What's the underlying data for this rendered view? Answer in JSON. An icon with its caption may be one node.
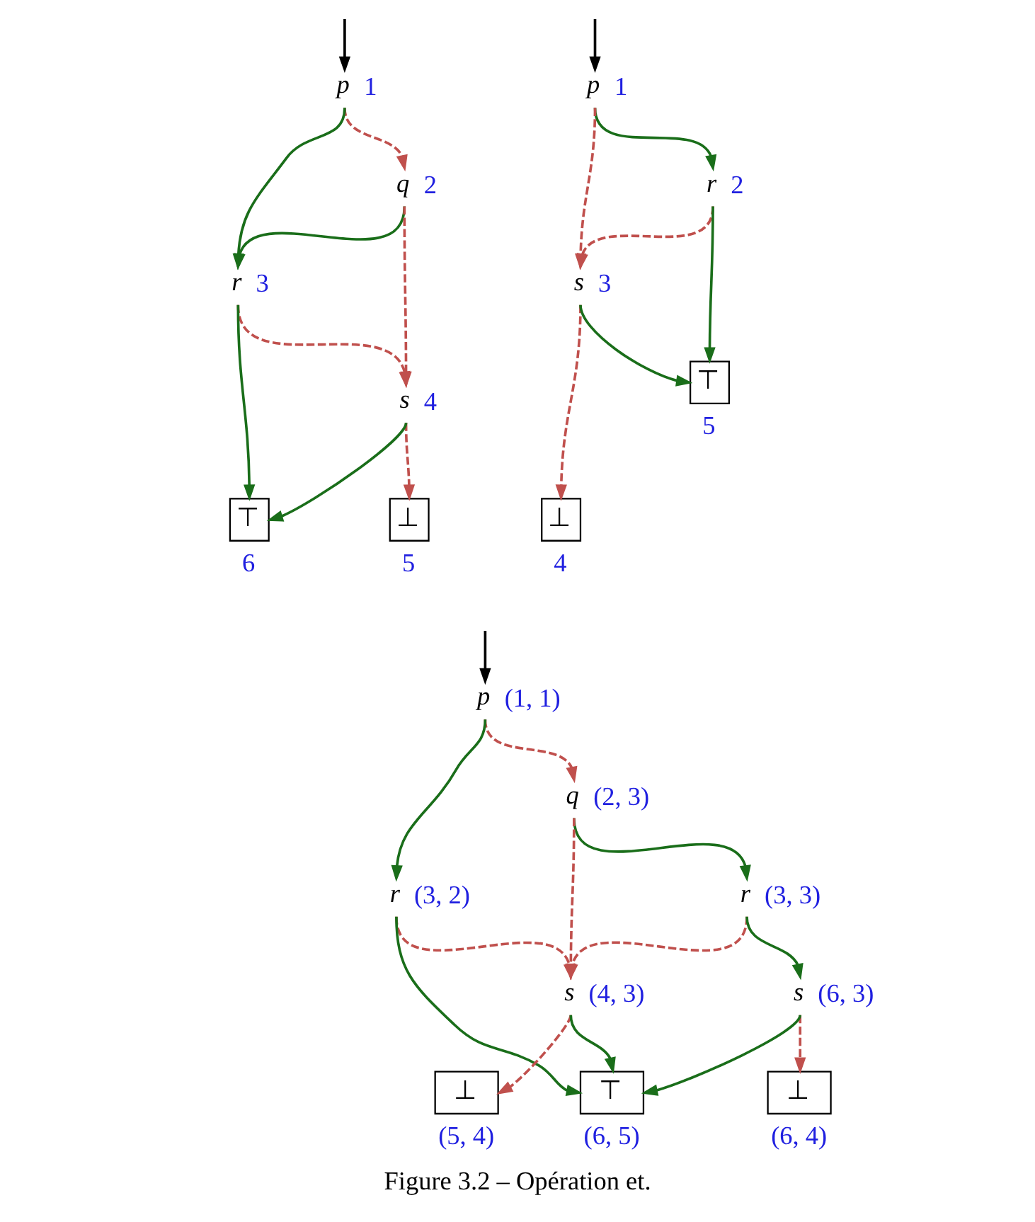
{
  "diagram": {
    "caption": "Figure 3.2 – Opération et.",
    "nodes": [
      {
        "text": [
          "p"
        ],
        "beside": [
          "1"
        ]
      },
      {
        "text": [
          "q"
        ],
        "beside": [
          "2"
        ]
      },
      {
        "text": [
          "r"
        ],
        "beside": [
          "3"
        ]
      },
      {
        "text": [
          "s"
        ],
        "beside": [
          "4"
        ]
      },
      {
        "text": [
          "⊥"
        ],
        "beside": [
          "5"
        ]
      },
      {
        "text": [
          "⊤"
        ],
        "beside": [
          "6"
        ]
      },
      {
        "text": [
          "p"
        ],
        "beside": [
          "1"
        ]
      },
      {
        "text": [
          "r"
        ],
        "beside": [
          "2"
        ]
      },
      {
        "text": [
          "s"
        ],
        "beside": [
          "3"
        ]
      },
      {
        "text": [
          "⊥"
        ],
        "beside": [
          "4"
        ]
      },
      {
        "text": [
          "⊤"
        ],
        "beside": [
          "5"
        ]
      },
      {
        "text": [
          "p"
        ],
        "beside": [
          "(1, 1)"
        ]
      },
      {
        "text": [
          "q"
        ],
        "beside": [
          "(2, 3)"
        ]
      },
      {
        "text": [
          "r"
        ],
        "beside": [
          "(3, 3)"
        ]
      },
      {
        "text": [
          "r"
        ],
        "beside": [
          "(3, 2)"
        ]
      },
      {
        "text": [
          "s"
        ],
        "beside": [
          "(4, 3)"
        ]
      },
      {
        "text": [
          "s"
        ],
        "beside": [
          "(6, 3)"
        ]
      },
      {
        "text": [
          "⊥"
        ],
        "beside": [
          "(5, 4)"
        ]
      },
      {
        "text": [
          "⊥"
        ],
        "beside": [
          "(6, 4)"
        ]
      },
      {
        "text": [
          "⊤"
        ],
        "beside": [
          "(6, 5)"
        ]
      }
    ],
    "edges": [
      {
        "from": null,
        "to": 0,
        "arrow": "to",
        "color": "#000000"
      },
      {
        "from": 0,
        "to": 1,
        "arrow": "to",
        "style": "dashed",
        "color": "#c0504d"
      },
      {
        "from": 0,
        "to": 2,
        "arrow": "to",
        "color": "#1a6e1a"
      },
      {
        "from": 1,
        "to": 2,
        "arrow": "to",
        "color": "#1a6e1a"
      },
      {
        "from": 1,
        "to": 3,
        "arrow": "to",
        "style": "dashed",
        "color": "#c0504d"
      },
      {
        "from": 2,
        "to": 3,
        "arrow": "to",
        "style": "dashed",
        "color": "#c0504d"
      },
      {
        "from": 2,
        "to": 5,
        "arrow": "to",
        "color": "#1a6e1a"
      },
      {
        "from": 3,
        "to": 4,
        "arrow": "to",
        "style": "dashed",
        "color": "#c0504d"
      },
      {
        "from": 3,
        "to": 5,
        "arrow": "to",
        "color": "#1a6e1a"
      },
      {
        "from": null,
        "to": 6,
        "arrow": "to",
        "color": "#000000"
      },
      {
        "from": 6,
        "to": 7,
        "arrow": "to",
        "color": "#1a6e1a"
      },
      {
        "from": 6,
        "to": 8,
        "arrow": "to",
        "style": "dashed",
        "color": "#c0504d"
      },
      {
        "from": 7,
        "to": 8,
        "arrow": "to",
        "style": "dashed",
        "color": "#c0504d"
      },
      {
        "from": 7,
        "to": 10,
        "arrow": "to",
        "color": "#1a6e1a"
      },
      {
        "from": 8,
        "to": 9,
        "arrow": "to",
        "style": "dashed",
        "color": "#c0504d"
      },
      {
        "from": 8,
        "to": 10,
        "arrow": "to",
        "color": "#1a6e1a"
      },
      {
        "from": null,
        "to": 11,
        "arrow": "to",
        "color": "#000000"
      },
      {
        "from": 11,
        "to": 12,
        "arrow": "to",
        "style": "dashed",
        "color": "#c0504d"
      },
      {
        "from": 11,
        "to": 14,
        "arrow": "to",
        "color": "#1a6e1a"
      },
      {
        "from": 12,
        "to": 15,
        "arrow": "to",
        "style": "dashed",
        "color": "#c0504d"
      },
      {
        "from": 12,
        "to": 13,
        "arrow": "to",
        "color": "#1a6e1a"
      },
      {
        "from": 13,
        "to": 15,
        "arrow": "to",
        "style": "dashed",
        "color": "#c0504d"
      },
      {
        "from": 13,
        "to": 16,
        "arrow": "to",
        "color": "#1a6e1a"
      },
      {
        "from": 14,
        "to": 15,
        "arrow": "to",
        "style": "dashed",
        "color": "#c0504d"
      },
      {
        "from": 14,
        "to": 19,
        "arrow": "to",
        "color": "#1a6e1a"
      },
      {
        "from": 15,
        "to": 17,
        "arrow": "to",
        "style": "dashed",
        "color": "#c0504d"
      },
      {
        "from": 15,
        "to": 19,
        "arrow": "to",
        "color": "#1a6e1a"
      },
      {
        "from": 16,
        "to": 18,
        "arrow": "to",
        "style": "dashed",
        "color": "#c0504d"
      },
      {
        "from": 16,
        "to": 19,
        "arrow": "to",
        "color": "#1a6e1a"
      }
    ]
  }
}
